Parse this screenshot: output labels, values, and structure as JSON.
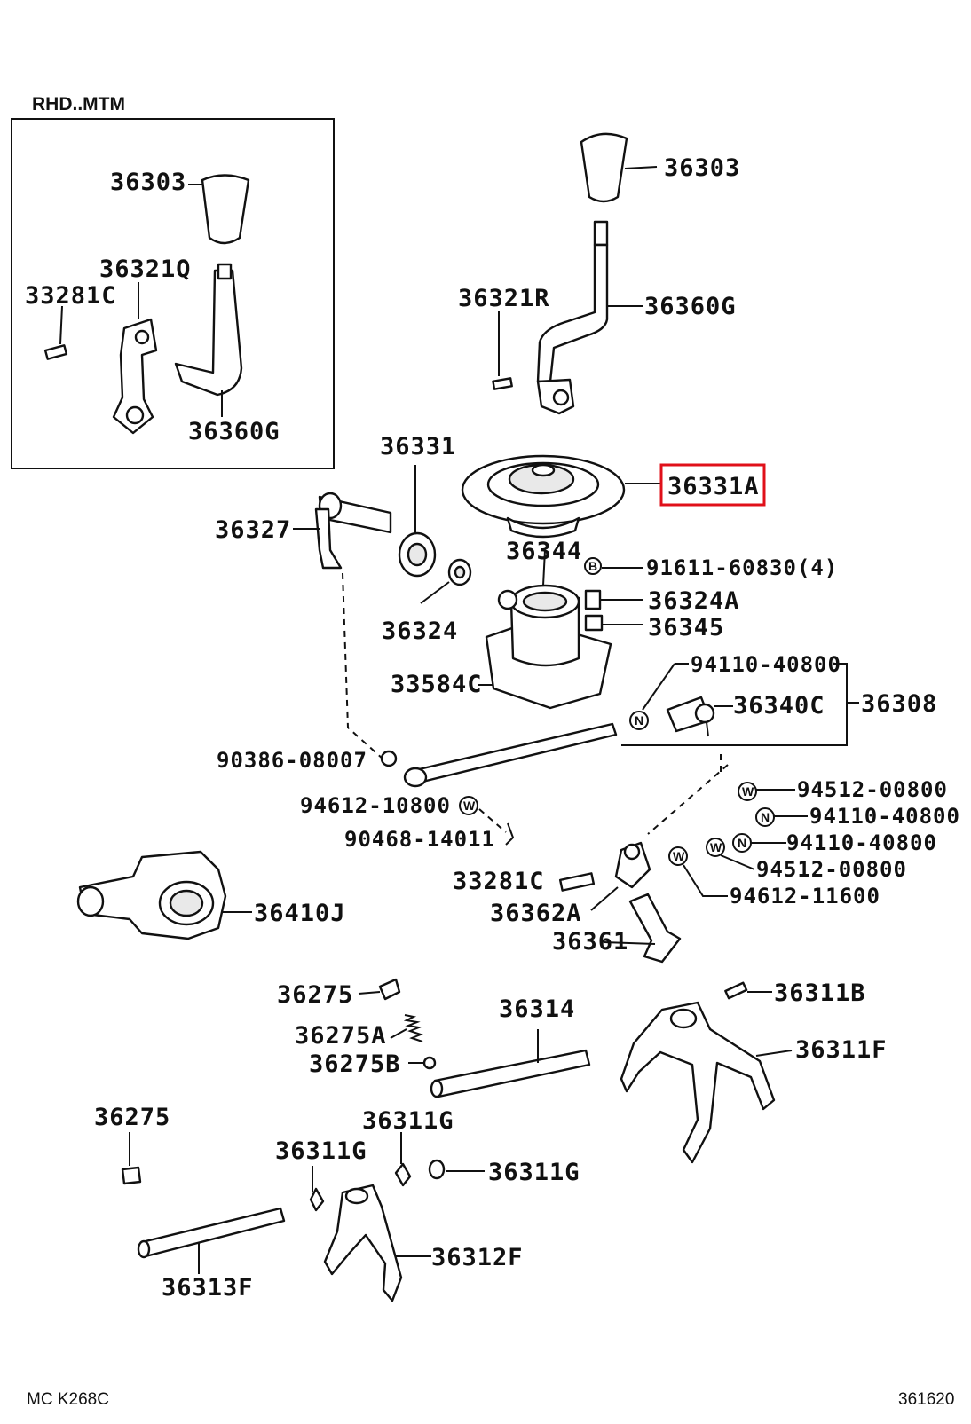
{
  "inset": {
    "title": "RHD..MTM"
  },
  "labels": {
    "p36303_inset": "36303",
    "p36321Q": "36321Q",
    "p33281C_inset": "33281C",
    "p36360G_inset": "36360G",
    "p36303": "36303",
    "p36321R": "36321R",
    "p36360G": "36360G",
    "p36331": "36331",
    "p36331A": "36331A",
    "p36327": "36327",
    "p36344": "36344",
    "p91611": "91611-60830(4)",
    "p36324A": "36324A",
    "p36345": "36345",
    "p36324": "36324",
    "p33584C": "33584C",
    "p94110_a": "94110-40800",
    "p36340C": "36340C",
    "p36308": "36308",
    "p90386": "90386-08007",
    "p94612_a": "94612-10800",
    "p90468": "90468-14011",
    "p94512_a": "94512-00800",
    "p94110_b": "94110-40800",
    "p94110_c": "94110-40800",
    "p94512_b": "94512-00800",
    "p94612_b": "94612-11600",
    "p33281C": "33281C",
    "p36362A": "36362A",
    "p36361": "36361",
    "p36410J": "36410J",
    "p36275_a": "36275",
    "p36275A": "36275A",
    "p36275B": "36275B",
    "p36314": "36314",
    "p36311B": "36311B",
    "p36311F": "36311F",
    "p36275_b": "36275",
    "p36311G_a": "36311G",
    "p36311G_b": "36311G",
    "p36311G_c": "36311G",
    "p36313F": "36313F",
    "p36312F": "36312F"
  },
  "markers": {
    "bolt": "B",
    "nut": "N",
    "washer": "W"
  },
  "highlight": {
    "part": "36331A",
    "color": "#e0101a"
  },
  "footer": {
    "left": "MC K268C",
    "right": "361620"
  }
}
